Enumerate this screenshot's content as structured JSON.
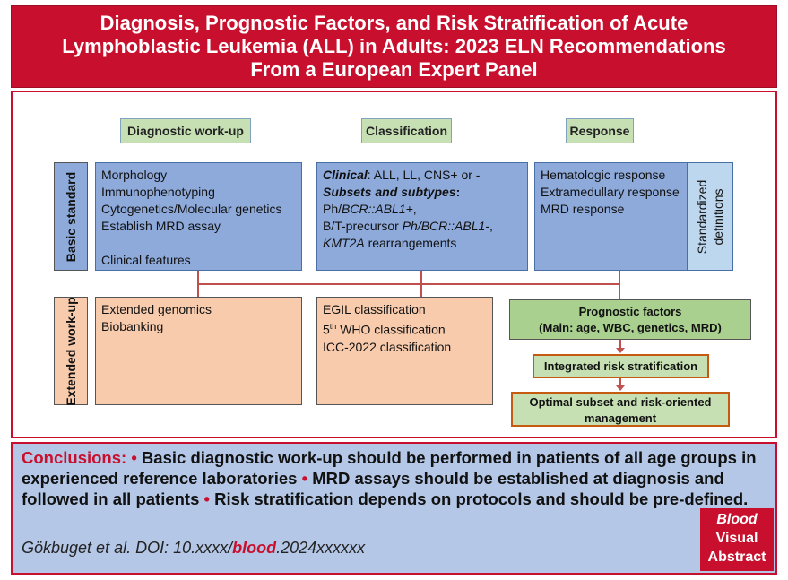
{
  "title": {
    "line1": "Diagnosis, Prognostic Factors, and Risk Stratification of Acute",
    "line2": "Lymphoblastic Leukemia (ALL) in Adults: 2023 ELN Recommendations",
    "line3": "From a European Expert Panel"
  },
  "headers": {
    "diagnostic": "Diagnostic work-up",
    "classification": "Classification",
    "response": "Response"
  },
  "rows": {
    "basic": "Basic standard",
    "extended": "Extended work-up"
  },
  "basic_diagnostic": {
    "items": [
      "Morphology",
      "Immunophenotyping",
      "Cytogenetics/Molecular genetics",
      "Establish MRD assay"
    ],
    "clinical": "Clinical features"
  },
  "basic_classification": {
    "clinical_label": "Clinical",
    "clinical_rest": ": ALL, LL, CNS+ or -",
    "subsets_label": "Subsets and subtypes",
    "subsets_colon": ":",
    "ph_pre": "Ph/",
    "ph_gene": "BCR::ABL1+",
    "ph_post": ",",
    "bt_pre": "B/T-precursor ",
    "bt_gene": "Ph/BCR::ABL1-",
    "bt_post": ",",
    "kmt_gene": "KMT2A",
    "kmt_post": " rearrangements"
  },
  "basic_response": {
    "items": [
      "Hematologic response",
      "Extramedullary response",
      "MRD response"
    ],
    "side_line1": "Standardized",
    "side_line2": "definitions"
  },
  "ext_diagnostic": {
    "items": [
      "Extended genomics",
      "Biobanking"
    ]
  },
  "ext_classification": {
    "egil": "EGIL classification",
    "who_num": "5",
    "who_sup": "th",
    "who_rest": " WHO classification",
    "icc": "ICC-2022 classification"
  },
  "prognostic": {
    "line1": "Prognostic factors",
    "line2": "(Main: age, WBC, genetics, MRD)"
  },
  "integrated": "Integrated risk stratification",
  "optimal": {
    "line1": "Optimal subset and risk-oriented",
    "line2": "management"
  },
  "conclusions": {
    "label": "Conclusions:",
    "bullet": "•",
    "p1": " Basic diagnostic work-up should be performed in patients of all age groups in experienced reference laboratories ",
    "p2": " MRD assays should be established at diagnosis and followed in all patients ",
    "p3": " Risk stratification depends on protocols and should be pre-defined."
  },
  "citation": {
    "pre": "Gökbuget et al. DOI: 10.xxxx/",
    "bold": "blood",
    "post": ".2024xxxxxx"
  },
  "badge": {
    "line1": "Blood",
    "line2": "Visual",
    "line3": "Abstract"
  },
  "colors": {
    "brand_red": "#c8102e",
    "header_green": "#c6e0b4",
    "basic_blue": "#8eaadb",
    "extended_peach": "#f8cbad",
    "prognostic_green": "#a9d08e",
    "connector_red": "#c0504d",
    "conclusion_blue": "#b4c7e7"
  }
}
